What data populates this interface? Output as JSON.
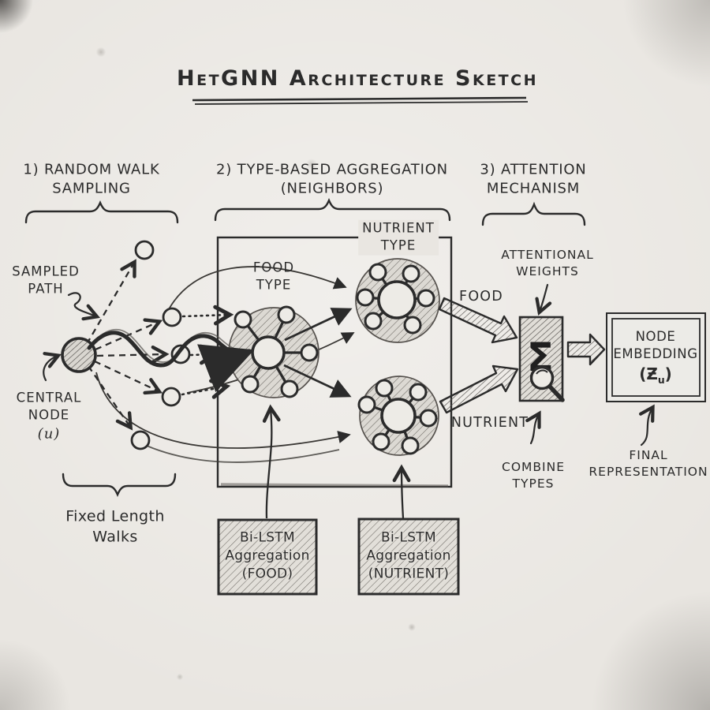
{
  "title": "HetGNN Architecture Sketch",
  "sections": {
    "one": {
      "line1": "1) RANDOM WALK",
      "line2": "SAMPLING"
    },
    "two": {
      "line1": "2) TYPE-BASED AGGREGATION",
      "line2": "(NEIGHBORS)"
    },
    "three": {
      "line1": "3) ATTENTION",
      "line2": "MECHANISM"
    }
  },
  "left": {
    "sampled_path": {
      "line1": "SAMPLED",
      "line2": "PATH"
    },
    "central_node": {
      "line1": "CENTRAL",
      "line2": "NODE",
      "line3": "(u)"
    },
    "fixed_length": {
      "line1": "Fixed Length",
      "line2": "Walks"
    }
  },
  "middle": {
    "food_type": {
      "line1": "FOOD",
      "line2": "TYPE"
    },
    "nutrient_type": {
      "line1": "NUTRIENT",
      "line2": "TYPE"
    },
    "bilstm_food": {
      "line1": "Bi-LSTM",
      "line2": "Aggregation",
      "line3": "(FOOD)"
    },
    "bilstm_nutrient": {
      "line1": "Bi-LSTM",
      "line2": "Aggregation",
      "line3": "(NUTRIENT)"
    }
  },
  "right": {
    "attentional_weights": {
      "line1": "ATTENTIONAL",
      "line2": "WEIGHTS"
    },
    "food_arrow_label": "FOOD",
    "nutrient_arrow_label": "NUTRIENT",
    "sigma_symbol": "Σ",
    "combine_types": {
      "line1": "COMBINE",
      "line2": "TYPES"
    },
    "node_embedding": {
      "line1": "NODE",
      "line2": "EMBEDDING",
      "z_open": "(",
      "z": "Ƶ",
      "z_sub": "u",
      "z_close": ")"
    },
    "final_representation": {
      "line1": "FINAL",
      "line2": "REPRESENTATION"
    }
  },
  "icons": {
    "magnifier": "magnifier-icon",
    "sigma": "sigma-sum-icon"
  },
  "colors": {
    "paper": "#e9e6e1",
    "ink": "#2b2b2b",
    "pencil_shade": "#75716c"
  }
}
